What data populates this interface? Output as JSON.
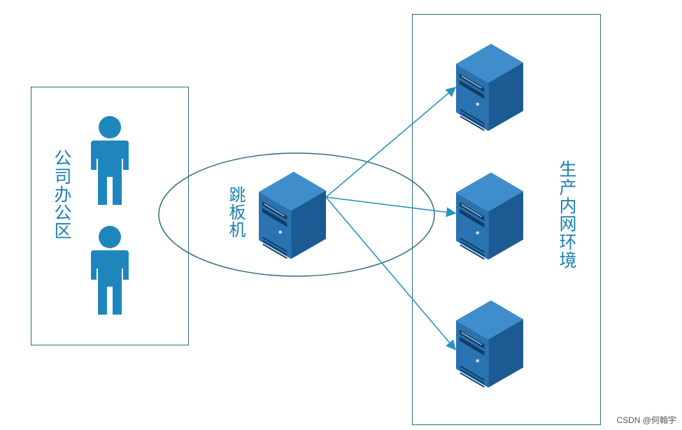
{
  "office": {
    "label": "公司办公区"
  },
  "jump_host": {
    "label": "跳板机"
  },
  "production": {
    "label": "生产内网环境"
  },
  "watermark": "CSDN @何翰宇",
  "colors": {
    "box_border": "#2e6d83",
    "label": "#1e7fb0",
    "person": "#1f86bd",
    "arrow": "#2a93c1",
    "server_front": "#2a72b0",
    "server_side": "#1c5a93",
    "server_top": "#3f8ecb"
  },
  "icons": [
    "person-icon",
    "server-icon"
  ]
}
